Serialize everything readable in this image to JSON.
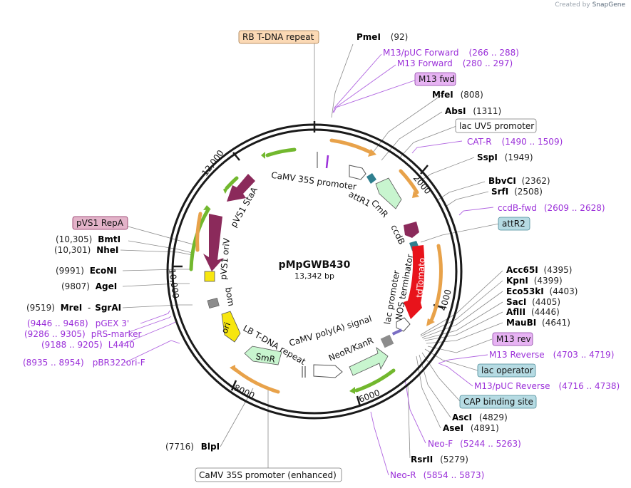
{
  "watermark": {
    "created_by": "Created by",
    "brand": "SnapGene"
  },
  "plasmid": {
    "name": "pMpGWB430",
    "length": "13,342 bp"
  },
  "ruler": [
    "2000",
    "4000",
    "6000",
    "8000",
    "10,000",
    "12,000"
  ],
  "inner_labels": {
    "camv35s_promoter": "CaMV 35S promoter",
    "attR1": "attR1",
    "cmR": "CmR",
    "ccdB": "ccdB",
    "lac_promoter": "lac promoter",
    "nos_terminator": "NOS terminator",
    "tdTomato": "tdTomato",
    "camv_polyA": "CaMV poly(A) signal",
    "neo": "NeoR/KanR",
    "lb_repeat": "LB T-DNA repeat",
    "smr": "SmR",
    "ori": "ori",
    "bom": "bom",
    "pvs1_oriv": "pVS1 oriV",
    "pvs1_staa": "pVS1 StaA"
  },
  "features": {
    "rb_repeat": "RB T-DNA repeat",
    "m13_fwd": "M13 fwd",
    "lac_uv5": "lac UV5 promoter",
    "attR2": "attR2",
    "pvs1_repa": "pVS1 RepA",
    "m13_rev": "M13 rev",
    "lac_operator": "lac operator",
    "cap_site": "CAP binding site",
    "camv35s_enh": "CaMV 35S promoter (enhanced)"
  },
  "sites": {
    "pmeI": {
      "name": "PmeI",
      "pos": "(92)"
    },
    "mfeI_top": {
      "name": "MfeI",
      "pos": "(808)"
    },
    "absI": {
      "name": "AbsI",
      "pos": "(1311)"
    },
    "sspI": {
      "name": "SspI",
      "pos": "(1949)"
    },
    "bbvCI": {
      "name": "BbvCI",
      "pos": "(2362)"
    },
    "srfI": {
      "name": "SrfI",
      "pos": "(2508)"
    },
    "acc65I": {
      "name": "Acc65I",
      "pos": "(4395)"
    },
    "kpnI": {
      "name": "KpnI",
      "pos": "(4399)"
    },
    "eco53kI": {
      "name": "Eco53kI",
      "pos": "(4403)"
    },
    "sacI": {
      "name": "SacI",
      "pos": "(4405)"
    },
    "aflII": {
      "name": "AflII",
      "pos": "(4446)"
    },
    "mauBI": {
      "name": "MauBI",
      "pos": "(4641)"
    },
    "ascI": {
      "name": "AscI",
      "pos": "(4829)"
    },
    "aseI": {
      "name": "AseI",
      "pos": "(4891)"
    },
    "rsrII": {
      "name": "RsrII",
      "pos": "(5279)"
    },
    "blpI": {
      "name": "BlpI",
      "pos": "(7716)"
    },
    "mreI": {
      "name": "MreI",
      "pos": "(9519)"
    },
    "sgrAI": {
      "name": "SgrAI",
      "sep": "-"
    },
    "ageI": {
      "name": "AgeI",
      "pos": "(9807)"
    },
    "ecoNI": {
      "name": "EcoNI",
      "pos": "(9991)"
    },
    "nheI": {
      "name": "NheI",
      "pos": "(10,301)"
    },
    "bmtI": {
      "name": "BmtI",
      "pos": "(10,305)"
    }
  },
  "primers": {
    "m13puc_fwd": {
      "name": "M13/pUC Forward",
      "pos": "(266 .. 288)"
    },
    "m13_forward": {
      "name": "M13 Forward",
      "pos": "(280 .. 297)"
    },
    "cat_r": {
      "name": "CAT-R",
      "pos": "(1490 .. 1509)"
    },
    "ccdb_fwd": {
      "name": "ccdB-fwd",
      "pos": "(2609 .. 2628)"
    },
    "m13_reverse": {
      "name": "M13 Reverse",
      "pos": "(4703 .. 4719)"
    },
    "m13puc_rev": {
      "name": "M13/pUC Reverse",
      "pos": "(4716 .. 4738)"
    },
    "neo_f": {
      "name": "Neo-F",
      "pos": "(5244 .. 5263)"
    },
    "neo_r": {
      "name": "Neo-R",
      "pos": "(5854 .. 5873)"
    },
    "pgex3": {
      "name": "pGEX 3'",
      "pos": "(9446 .. 9468)"
    },
    "prs_marker": {
      "name": "pRS-marker",
      "pos": "(9286 .. 9305)"
    },
    "l4440": {
      "name": "L4440",
      "pos": "(9188 .. 9205)"
    },
    "pbr322": {
      "name": "pBR322ori-F",
      "pos": "(8935 .. 8954)"
    }
  },
  "colors": {
    "backbone": "#1a1a1a",
    "maroon": "#8b2a5b",
    "green_light": "#c8f5cf",
    "red": "#e8131b",
    "orange_arrow": "#e8a24a",
    "green_arrow": "#72b82e",
    "yellow": "#f7e60f",
    "teal": "#2f7f8f",
    "primer": "#9b30d9"
  }
}
